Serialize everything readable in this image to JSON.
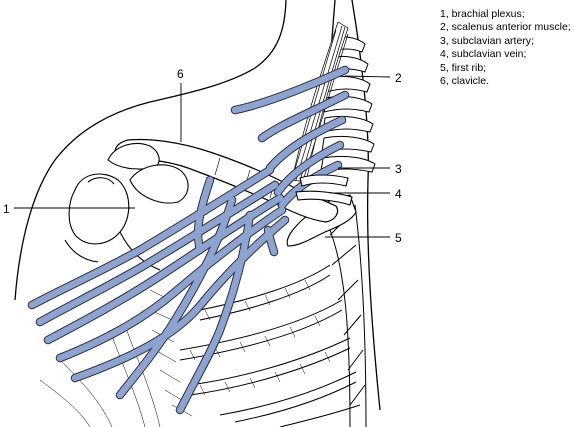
{
  "figure": {
    "callouts": [
      {
        "number": "1"
      },
      {
        "number": "2"
      },
      {
        "number": "3"
      },
      {
        "number": "4"
      },
      {
        "number": "5"
      },
      {
        "number": "6"
      }
    ]
  },
  "legend": {
    "items": [
      "1, brachial plexus;",
      "2, scalenus anterior muscle;",
      "3, subclavian artery;",
      "4, subclavian vein;",
      "5, first rib;",
      "6, clavicle."
    ]
  },
  "colors": {
    "nerve": "#8fa3cf",
    "nerve_outline": "#2b2f4a",
    "line_art": "#000000",
    "background": "#ffffff"
  }
}
